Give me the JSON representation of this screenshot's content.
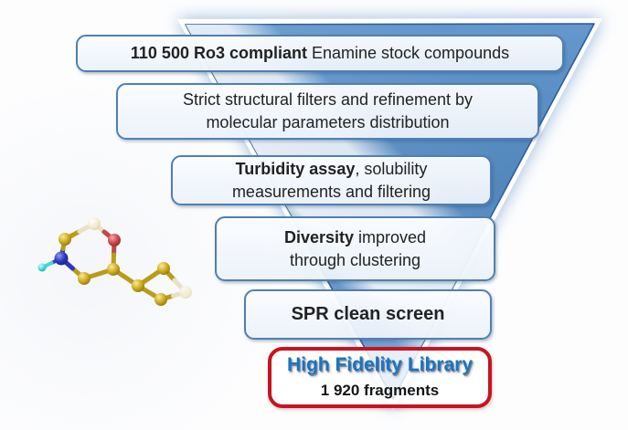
{
  "figure": {
    "type": "funnel-diagram",
    "colors": {
      "funnel_blue": "#5b90c8",
      "funnel_dark_edge": "#2e5e99",
      "funnel_glow": "#bdd5ea",
      "box_border_blue": "#4f7fb2",
      "box_fill": "#eef3fa",
      "final_border_red": "#c9131f",
      "final_title_blue": "#1b75bc",
      "text_dark": "#222222"
    }
  },
  "funnel": {
    "steps": [
      {
        "bold": "110 500 Ro3 compliant",
        "normal": " Enamine stock compounds"
      },
      {
        "line1": "Strict structural filters and refinement by",
        "line2": "molecular parameters distribution"
      },
      {
        "bold": "Turbidity assay",
        "normal": ", solubility",
        "line2": "measurements and filtering"
      },
      {
        "bold": "Diversity",
        "normal": " improved",
        "line2": "through clustering"
      },
      {
        "label": "SPR clean screen"
      }
    ],
    "final": {
      "title": "High Fidelity Library",
      "subtitle": "1 920 fragments"
    }
  },
  "molecule": {
    "name": "3d-ball-and-stick-fragment-molecule",
    "atom_colors": {
      "carbon": "#c2a41c",
      "oxygen": "#c75050",
      "nitrogen": "#2c39c0",
      "substituent_cyan": "#3ed8da",
      "faded_carbon": "#f2edd8"
    }
  }
}
